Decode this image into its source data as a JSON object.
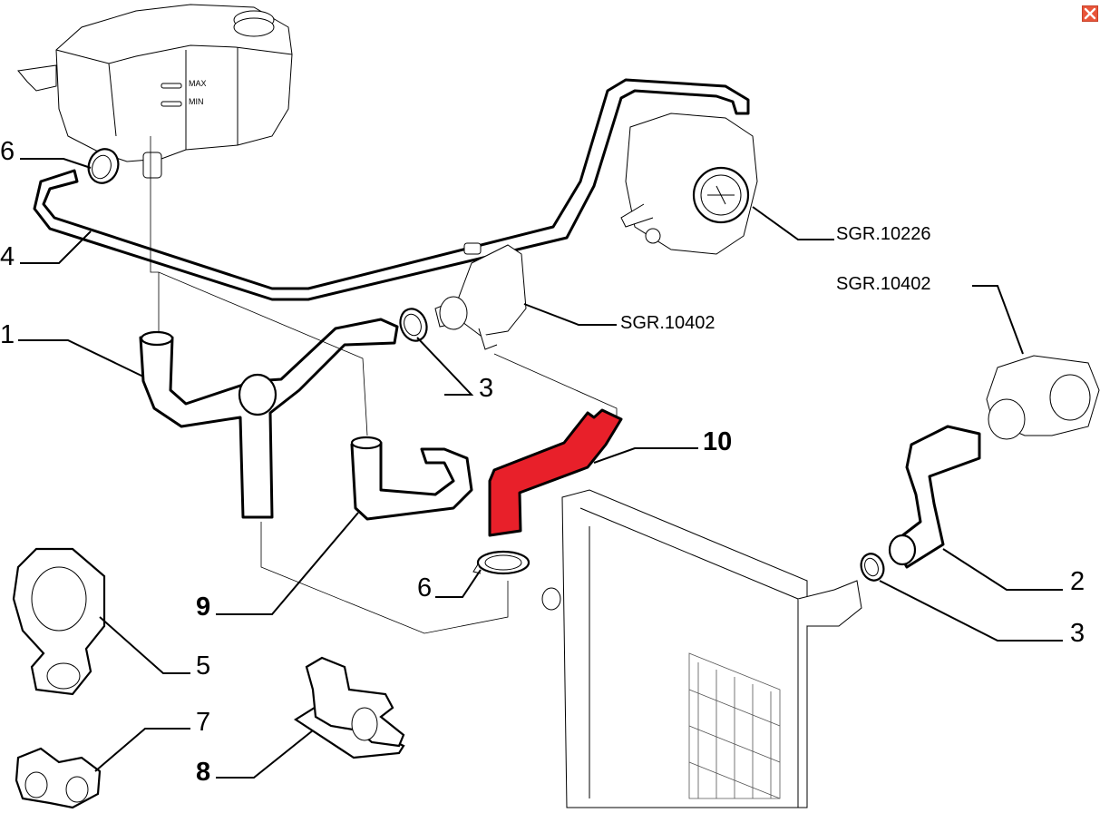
{
  "window": {
    "close_icon": "close-icon",
    "close_color": "#e8553a"
  },
  "diagram": {
    "highlight_color": "#e8202a",
    "highlighted_part": "10",
    "tank_labels": {
      "max": "MAX",
      "min": "MIN"
    },
    "callouts": [
      {
        "id": "c1",
        "text": "1",
        "bold": false
      },
      {
        "id": "c2",
        "text": "2",
        "bold": false
      },
      {
        "id": "c3a",
        "text": "3",
        "bold": false
      },
      {
        "id": "c3b",
        "text": "3",
        "bold": false
      },
      {
        "id": "c4",
        "text": "4",
        "bold": false
      },
      {
        "id": "c5",
        "text": "5",
        "bold": false
      },
      {
        "id": "c6a",
        "text": "6",
        "bold": false
      },
      {
        "id": "c6b",
        "text": "6",
        "bold": false
      },
      {
        "id": "c7",
        "text": "7",
        "bold": false
      },
      {
        "id": "c8",
        "text": "8",
        "bold": true
      },
      {
        "id": "c9",
        "text": "9",
        "bold": true
      },
      {
        "id": "c10",
        "text": "10",
        "bold": true
      }
    ],
    "references": [
      {
        "id": "r1",
        "text": "SGR.10226"
      },
      {
        "id": "r2",
        "text": "SGR.10402"
      },
      {
        "id": "r3",
        "text": "SGR.10402"
      }
    ]
  }
}
